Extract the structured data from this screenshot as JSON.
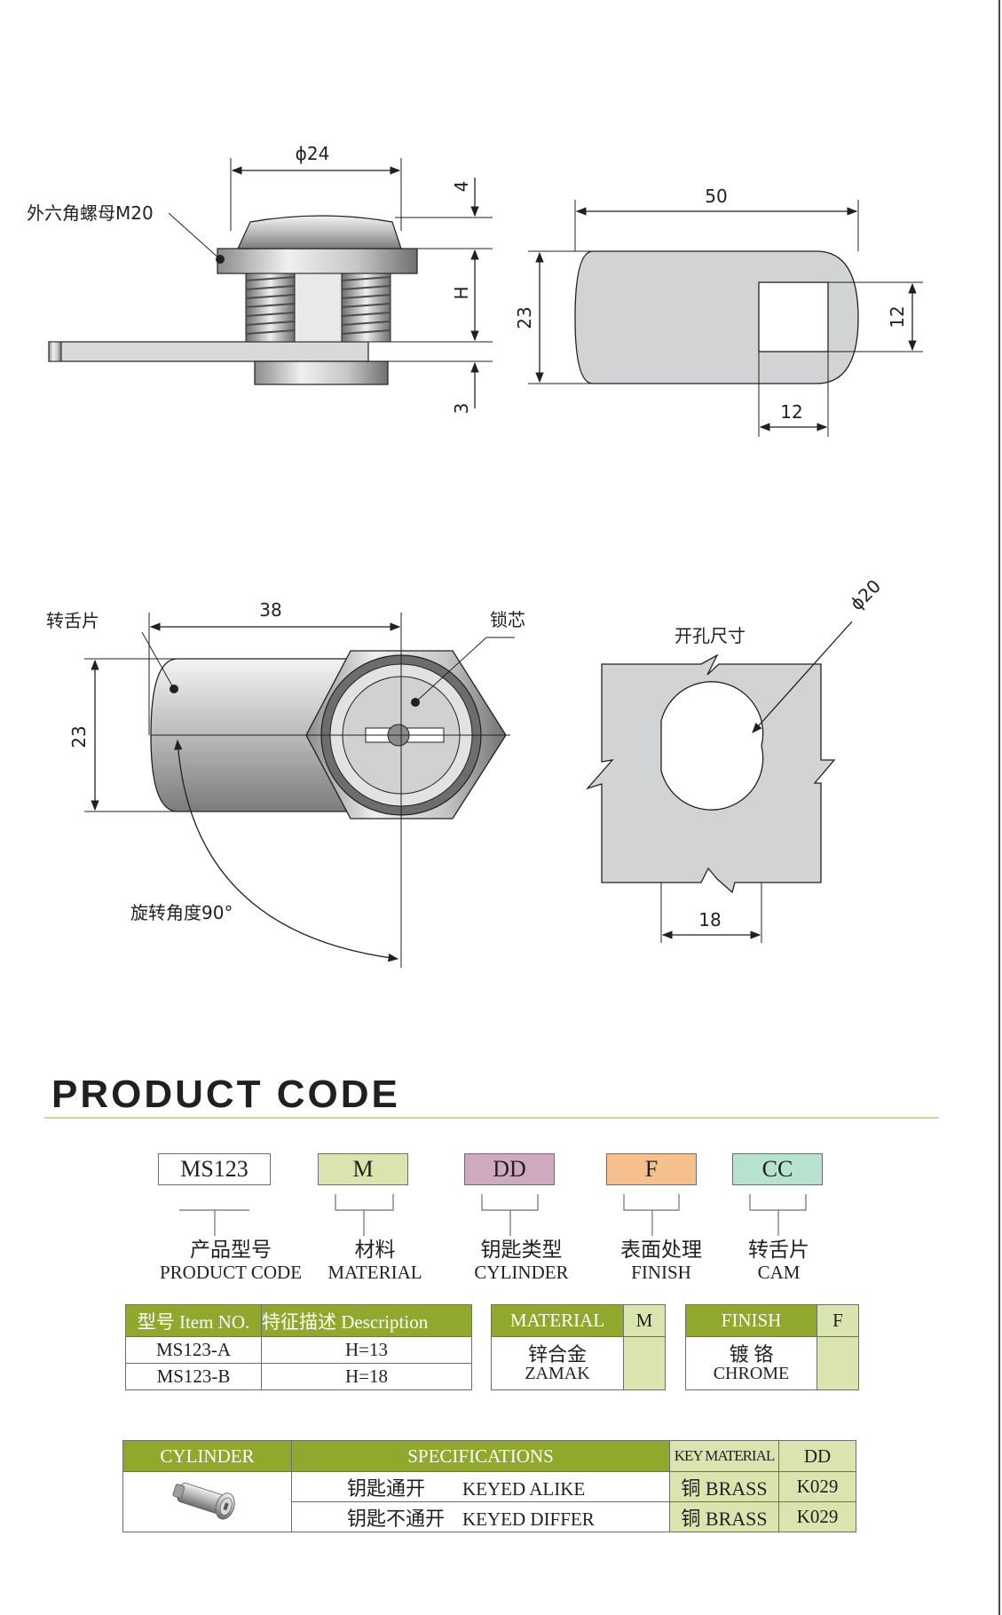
{
  "drawings": {
    "side_view": {
      "nut_label": "外六角螺母M20",
      "dim_diameter": "ϕ24",
      "dim_top": "4",
      "dim_h": "H",
      "dim_bottom": "3"
    },
    "cam_view": {
      "dim_length": "50",
      "dim_height": "23",
      "dim_slot_h": "12",
      "dim_slot_w": "12"
    },
    "front_view": {
      "cam_label": "转舌片",
      "core_label": "锁芯",
      "dim_length": "38",
      "dim_height": "23",
      "rotation_label": "旋转角度90°"
    },
    "cutout_view": {
      "title": "开孔尺寸",
      "dim_diameter": "ϕ20",
      "dim_width": "18"
    }
  },
  "product_code": {
    "title": "PRODUCT CODE",
    "boxes": [
      {
        "value": "MS123",
        "color": "#ffffff",
        "label_zh": "产品型号",
        "label_en": "PRODUCT CODE"
      },
      {
        "value": "M",
        "color": "#d9e4ae",
        "label_zh": "材料",
        "label_en": "MATERIAL"
      },
      {
        "value": "DD",
        "color": "#cfa9c0",
        "label_zh": "钥匙类型",
        "label_en": "CYLINDER"
      },
      {
        "value": "F",
        "color": "#f6c08e",
        "label_zh": "表面处理",
        "label_en": "FINISH"
      },
      {
        "value": "CC",
        "color": "#b6e2cf",
        "label_zh": "转舌片",
        "label_en": "CAM"
      }
    ]
  },
  "item_table": {
    "headers": [
      "型号 Item NO.",
      "特征描述 Description"
    ],
    "rows": [
      [
        "MS123-A",
        "H=13"
      ],
      [
        "MS123-B",
        "H=18"
      ]
    ]
  },
  "material_table": {
    "headers": [
      "MATERIAL",
      "M"
    ],
    "value_zh": "锌合金",
    "value_en": "ZAMAK"
  },
  "finish_table": {
    "headers": [
      "FINISH",
      "F"
    ],
    "value_zh": "镀 铬",
    "value_en": "CHROME"
  },
  "cylinder_table": {
    "headers": [
      "CYLINDER",
      "SPECIFICATIONS",
      "KEY MATERIAL",
      "DD"
    ],
    "rows": [
      {
        "spec_zh": "钥匙通开",
        "spec_en": "KEYED ALIKE",
        "key_material": "铜 BRASS",
        "code": "K029"
      },
      {
        "spec_zh": "钥匙不通开",
        "spec_en": "KEYED DIFFER",
        "key_material": "铜 BRASS",
        "code": "K029"
      }
    ]
  },
  "colors": {
    "header_green": "#8fa82d",
    "cell_green": "#d9e4ae",
    "part_grey": "#d2d3d5",
    "line": "#231f20"
  }
}
